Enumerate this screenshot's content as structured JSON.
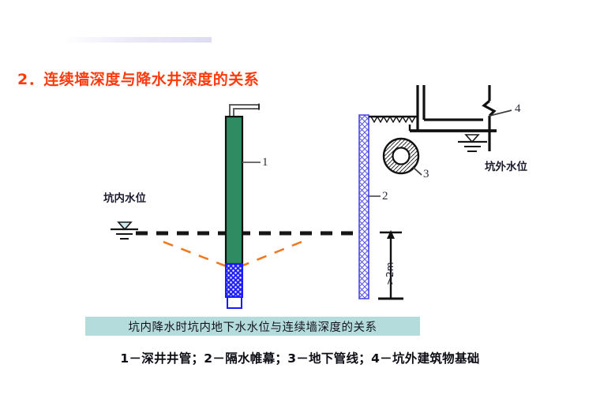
{
  "slide": {
    "title": "2．连续墙深度与降水井深度的关系",
    "title_color": "#ff3b0d",
    "background": "#ffffff"
  },
  "caption": {
    "text": "坑内降水时坑内地下水水位与连续墙深度的关系",
    "highlight_color": "#b5dcdc"
  },
  "legend": {
    "text": "1－深井井管；2－隔水帷幕；3－地下管线；4－坑外建筑物基础"
  },
  "labels": {
    "inside_water_level": "坑内水位",
    "outside_water_level": "坑外水位",
    "dimension": ">2m",
    "callout_1": "1",
    "callout_2": "2",
    "callout_3": "3",
    "callout_4": "4"
  },
  "colors": {
    "well_pipe_green": "#2e8b62",
    "well_screen_blue": "#1a1aff",
    "diaphragm_wall_blue": "#4a4adf",
    "drawdown_orange": "#f07a20",
    "water_triangle_fill": "#cfeaf0",
    "outline_black": "#111111",
    "caption_teal": "#b5dcdc",
    "title_red": "#ff3b0d"
  },
  "elements": {
    "well_pipe": "deep-well-pipe",
    "well_screen": "well-screen-filter",
    "discharge_pipe": "discharge-pipe",
    "diaphragm_wall": "diaphragm-wall",
    "underground_pipeline": "underground-pipeline",
    "building_foundation": "building-foundation",
    "drawdown_curve": "drawdown-cone",
    "water_table_dashed": "water-table-dashed-line",
    "ground_surface": "ground-surface-hatch",
    "break_symbol": "column-break-symbol"
  }
}
